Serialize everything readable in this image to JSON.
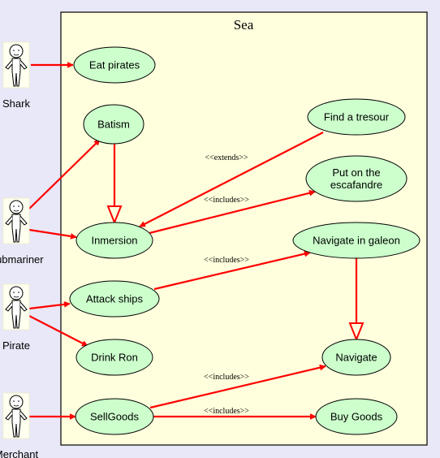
{
  "diagram": {
    "system_title": "Sea",
    "colors": {
      "background": "#E8E8F8",
      "system_fill": "#FFFFDD",
      "usecase_fill": "#CCFFCC",
      "edge": "#FF0000",
      "outline": "#000000"
    },
    "actors": [
      {
        "id": "shark",
        "label": "Shark"
      },
      {
        "id": "submariner",
        "label": "Submariner"
      },
      {
        "id": "pirate",
        "label": "Pirate"
      },
      {
        "id": "merchant",
        "label": "Merchant"
      }
    ],
    "usecases": [
      {
        "id": "eat_pirates",
        "label": "Eat pirates"
      },
      {
        "id": "batism",
        "label": "Batism"
      },
      {
        "id": "inmersion",
        "label": "Inmersion"
      },
      {
        "id": "attack_ships",
        "label": "Attack ships"
      },
      {
        "id": "drink_ron",
        "label": "Drink Ron"
      },
      {
        "id": "sellgoods",
        "label": "SellGoods"
      },
      {
        "id": "find_tresour",
        "label": "Find a tresour"
      },
      {
        "id": "put_escafandre",
        "label": "Put on the escafandre"
      },
      {
        "id": "navigate_galeon",
        "label": "Navigate in galeon"
      },
      {
        "id": "navigate",
        "label": "Navigate"
      },
      {
        "id": "buy_goods",
        "label": "Buy Goods"
      }
    ],
    "relations": [
      {
        "from": "shark",
        "to": "eat_pirates",
        "kind": "association",
        "label": ""
      },
      {
        "from": "submariner",
        "to": "batism",
        "kind": "association",
        "label": ""
      },
      {
        "from": "submariner",
        "to": "inmersion",
        "kind": "association",
        "label": ""
      },
      {
        "from": "pirate",
        "to": "attack_ships",
        "kind": "association",
        "label": ""
      },
      {
        "from": "pirate",
        "to": "drink_ron",
        "kind": "association",
        "label": ""
      },
      {
        "from": "merchant",
        "to": "sellgoods",
        "kind": "association",
        "label": ""
      },
      {
        "from": "batism",
        "to": "inmersion",
        "kind": "generalization",
        "label": ""
      },
      {
        "from": "find_tresour",
        "to": "inmersion",
        "kind": "extends",
        "label": "<<extends>>"
      },
      {
        "from": "inmersion",
        "to": "put_escafandre",
        "kind": "includes",
        "label": "<<includes>>"
      },
      {
        "from": "attack_ships",
        "to": "navigate_galeon",
        "kind": "includes",
        "label": "<<includes>>"
      },
      {
        "from": "navigate_galeon",
        "to": "navigate",
        "kind": "generalization",
        "label": ""
      },
      {
        "from": "sellgoods",
        "to": "navigate",
        "kind": "includes",
        "label": "<<includes>>"
      },
      {
        "from": "sellgoods",
        "to": "buy_goods",
        "kind": "includes",
        "label": "<<includes>>"
      }
    ]
  }
}
